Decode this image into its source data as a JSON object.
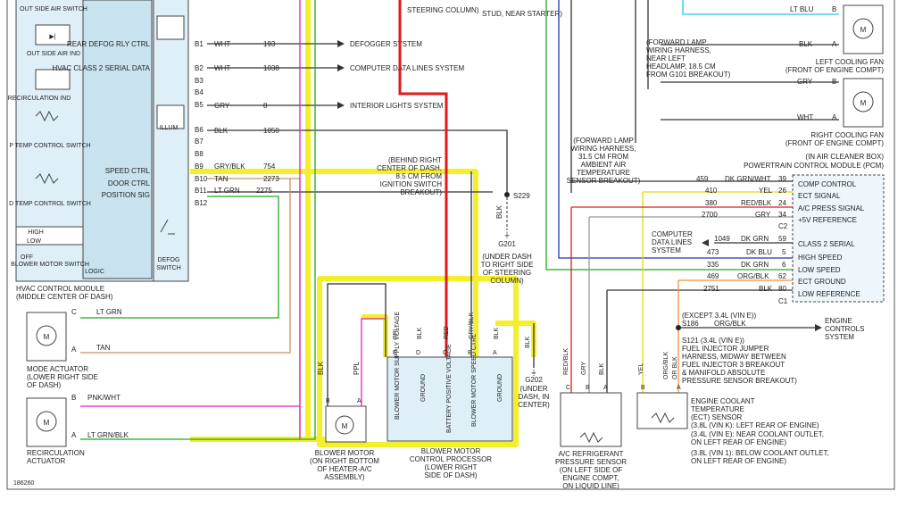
{
  "figure_id": "186260",
  "hvac_module": {
    "switches": [
      "OUT SIDE AIR SWITCH",
      "OUT SIDE AIR IND",
      "RECIRCULATION IND",
      "P TEMP CONTROL SWITCH",
      "D TEMP CONTROL SWITCH",
      "HIGH",
      "LOW",
      "OFF",
      "BLOWER MOTOR SWITCH"
    ],
    "functions": [
      "REAR DEFOG RLY CTRL",
      "HVAC CLASS 2 SERIAL DATA",
      "SPEED CTRL",
      "DOOR CTRL",
      "POSITION SIG"
    ],
    "right": [
      "ILLUM",
      "DEFOG SWITCH"
    ],
    "logic": "LOGIC",
    "caption": [
      "HVAC CONTROL MODULE",
      "(MIDDLE CENTER OF DASH)"
    ],
    "pins": [
      "B1",
      "B2",
      "B3",
      "B4",
      "B5",
      "B6",
      "B7",
      "B8",
      "B9",
      "B10",
      "B11",
      "B12"
    ]
  },
  "hvac_wires": [
    {
      "pin": "B1",
      "color": "WHT",
      "circuit": "193"
    },
    {
      "pin": "B2",
      "color": "WHT",
      "circuit": "1038"
    },
    {
      "pin": "B5",
      "color": "GRY",
      "circuit": "8"
    },
    {
      "pin": "B6",
      "color": "BLK",
      "circuit": "1050"
    },
    {
      "pin": "B9",
      "color": "GRY/BLK",
      "circuit": "754"
    },
    {
      "pin": "B10",
      "color": "TAN",
      "circuit": "2273"
    },
    {
      "pin": "B11",
      "color": "LT GRN",
      "circuit": "2275"
    }
  ],
  "destinations": [
    "DEFOGGER SYSTEM",
    "COMPUTER DATA LINES SYSTEM",
    "INTERIOR LIGHTS SYSTEM"
  ],
  "mode_actuator": {
    "pins": [
      "C",
      "A"
    ],
    "wires": [
      "LT GRN",
      "TAN"
    ],
    "caption": [
      "MODE ACTUATOR",
      "(LOWER RIGHT SIDE",
      "OF DASH)"
    ]
  },
  "recirc_actuator": {
    "pins": [
      "B",
      "A"
    ],
    "wires": [
      "PNK/WHT",
      "LT GRN/BLK"
    ],
    "caption": [
      "RECIRCULATION",
      "ACTUATOR"
    ]
  },
  "top_notes": [
    "STEERING COLUMN)",
    "STUD, NEAR STARTER)"
  ],
  "splice_s229": {
    "label": "S229",
    "note": [
      "(BEHIND RIGHT",
      "CENTER OF DASH,",
      "8.5 CM FROM",
      "IGNITION SWITCH",
      "BREAKOUT)"
    ]
  },
  "ground_g201": {
    "wire": "BLK",
    "label": "G201",
    "note": [
      "(UNDER DASH",
      "TO RIGHT SIDE",
      "OF STEERING",
      "COLUMN)"
    ]
  },
  "blower_motor": {
    "motor_symbol": "M",
    "pins": [
      "B",
      "A"
    ],
    "wires": [
      "BLK",
      "PPL"
    ],
    "caption": [
      "BLOWER MOTOR",
      "(ON RIGHT BOTTOM",
      "OF HEATER-A/C",
      "ASSEMBLY)"
    ]
  },
  "blower_processor": {
    "pins": [
      "E",
      "D",
      "C",
      "B",
      "A"
    ],
    "wires": [
      "PPL",
      "BLK",
      "RED",
      "GRY/BLK",
      "BLK"
    ],
    "functions": [
      "BLOWER MOTOR SUPPLY VOLTAGE",
      "GROUND",
      "BATTERY POSITIVE VOLTAGE",
      "BLOWER MOTOR SPEED CTRL",
      "GROUND"
    ],
    "caption": [
      "BLOWER MOTOR",
      "CONTROL PROCESSOR",
      "(LOWER RIGHT",
      "SIDE OF DASH)"
    ]
  },
  "ground_g202": {
    "wire": "BLK",
    "label": "G202",
    "note": [
      "(UNDER",
      "DASH, IN",
      "CENTER)"
    ]
  },
  "harness_notes": [
    [
      "(FORWARD LAMP",
      "WIRING HARNESS,",
      "NEAR LEFT",
      "HEADLAMP, 18.5 CM",
      "FROM G101 BREAKOUT)"
    ],
    [
      "(FORWARD LAMP",
      "WIRING HARNESS,",
      "31.5 CM FROM",
      "AMBIENT AIR",
      "TEMPERATURE",
      "SENSOR BREAKOUT)"
    ]
  ],
  "fans": [
    {
      "wires": [
        "LT BLU",
        "BLK"
      ],
      "pins": [
        "B",
        "A"
      ],
      "caption": [
        "LEFT COOLING FAN",
        "(FRONT OF ENGINE COMPT)"
      ]
    },
    {
      "wires": [
        "GRY",
        "WHT"
      ],
      "pins": [
        "B",
        "A"
      ],
      "caption": [
        "RIGHT COOLING FAN",
        "(FRONT OF ENGINE COMPT)"
      ]
    }
  ],
  "pcm": {
    "header": [
      "(IN AIR CLEANER BOX)",
      "POWERTRAIN CONTROL MODULE (PCM)"
    ],
    "rows": [
      {
        "circuit": "459",
        "color": "DK GRN/WHT",
        "pin": "39",
        "func": "COMP CONTROL"
      },
      {
        "circuit": "410",
        "color": "YEL",
        "pin": "26",
        "func": "ECT SIGNAL"
      },
      {
        "circuit": "380",
        "color": "RED/BLK",
        "pin": "24",
        "func": "A/C PRESS SIGNAL"
      },
      {
        "circuit": "2700",
        "color": "GRY",
        "pin": "34",
        "func": "+5V REFERENCE"
      },
      {
        "circuit": "",
        "color": "",
        "pin": "C2",
        "func": ""
      },
      {
        "circuit": "1049",
        "color": "DK GRN",
        "pin": "59",
        "func": "CLASS 2 SERIAL"
      },
      {
        "circuit": "473",
        "color": "DK BLU",
        "pin": "5",
        "func": "HIGH SPEED"
      },
      {
        "circuit": "335",
        "color": "DK GRN",
        "pin": "6",
        "func": "LOW SPEED"
      },
      {
        "circuit": "469",
        "color": "ORG/BLK",
        "pin": "62",
        "func": "ECT GROUND"
      },
      {
        "circuit": "2751",
        "color": "BLK",
        "pin": "80",
        "func": "LOW REFERENCE"
      },
      {
        "circuit": "",
        "color": "",
        "pin": "C1",
        "func": ""
      }
    ],
    "data_lines": [
      "COMPUTER",
      "DATA LINES",
      "SYSTEM"
    ]
  },
  "s186": {
    "note": "(EXCEPT 3.4L (VIN E))",
    "label": "S186",
    "wire": "ORG/BLK",
    "target": [
      "ENGINE",
      "CONTROLS",
      "SYSTEM"
    ]
  },
  "s121": [
    "S121 (3.4L (VIN E))",
    "FUEL INJECTOR JUMPER",
    "HARNESS, MIDWAY BETWEEN",
    "FUEL INJECTOR 3 BREAKOUT",
    "& MANIFOLD ABSOLUTE",
    "PRESSURE SENSOR BREAKOUT)"
  ],
  "ac_sensor": {
    "pins": [
      "C",
      "B",
      "A"
    ],
    "wires": [
      "RED/BLK",
      "GRY",
      "BLK"
    ],
    "caption": [
      "A/C REFRIGERANT",
      "PRESSURE SENSOR",
      "(ON LEFT SIDE OF",
      "ENGINE COMPT,",
      "ON LIQUID LINE)"
    ]
  },
  "ect_sensor": {
    "pins": [
      "B",
      "A"
    ],
    "wires": [
      "YEL",
      "ORG/BLK",
      "OR BLK"
    ],
    "caption": [
      "ENGINE COOLANT",
      "TEMPERATURE",
      "(ECT) SENSOR",
      "(3.8L (VIN K): LEFT REAR OF ENGINE)",
      "(3.4L (VIN E): NEAR COOLANT OUTLET,",
      "ON LEFT REAR OF ENGINE)",
      "(3.8L (VIN 1): BELOW COOLANT OUTLET,",
      "ON LEFT REAR OF ENGINE)"
    ]
  },
  "colors": {
    "highlight": "#f3ef2a",
    "module_fill": "#dfeff8",
    "wire_red": "#e01a1a",
    "wire_green": "#1aaa1a",
    "wire_blue": "#2233aa",
    "wire_cyan": "#22c8e0",
    "wire_yellow": "#e8d80a",
    "wire_magenta": "#e020c0",
    "wire_tan": "#c89060",
    "wire_orange": "#f09030",
    "wire_black": "#333333"
  }
}
